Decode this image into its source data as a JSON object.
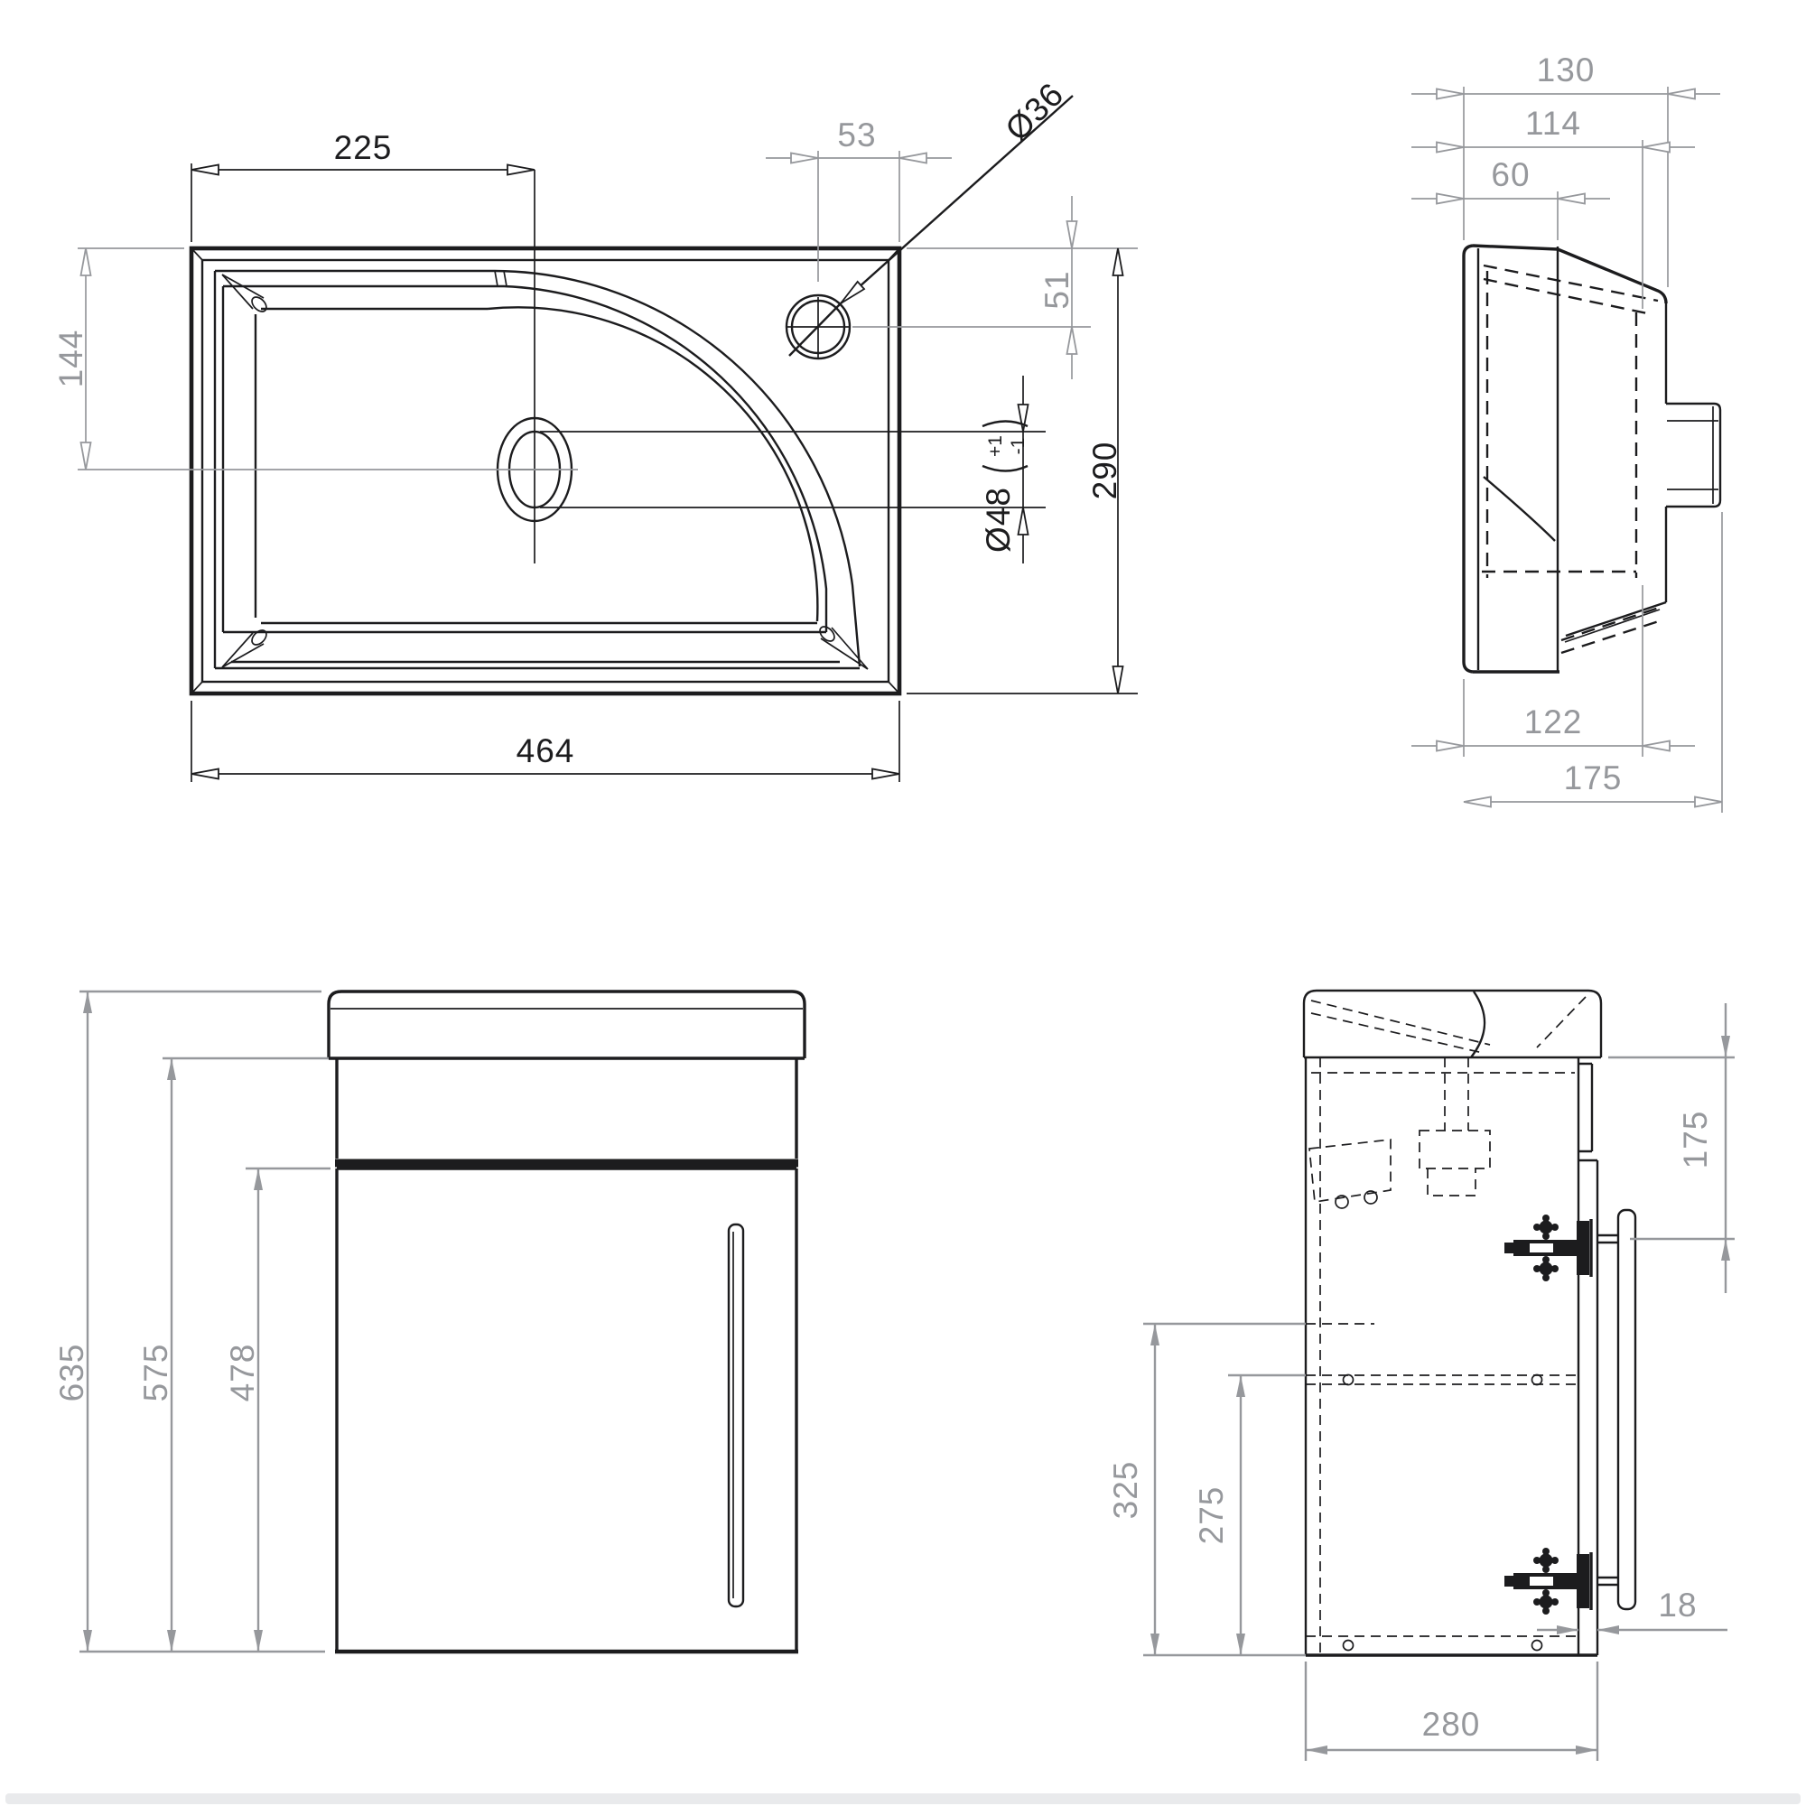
{
  "page": {
    "background": "#ffffff",
    "footer_bar_color": "#e9eaec"
  },
  "colors": {
    "drawing_line": "#1c1c1e",
    "dimension_line": "#96989c"
  },
  "dims": {
    "plan": {
      "width": "464",
      "depth": "290",
      "waste_from_left": "225",
      "waste_from_top": "144",
      "tap_from_right": "53",
      "tap_from_top": "51",
      "tap_diameter": "Ø36",
      "waste_diameter": "Ø48",
      "waste_tol_plus": "+1",
      "waste_tol_minus": "-1"
    },
    "basin_side": {
      "width_overall": "130",
      "width_inner": "114",
      "width_front": "60",
      "width_base": "122",
      "depth_overall": "175"
    },
    "cabinet_front": {
      "height_total": "635",
      "height_cabinet": "575",
      "height_door": "478"
    },
    "cabinet_side": {
      "basin_to_handle": "175",
      "bottom_section": "325",
      "shelf_to_bottom": "275",
      "door_thickness": "18",
      "depth": "280"
    }
  }
}
